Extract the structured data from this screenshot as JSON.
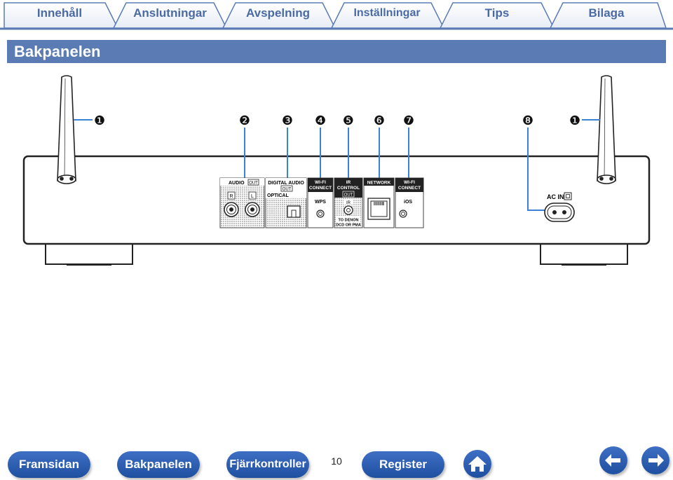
{
  "tabs": [
    "Innehåll",
    "Anslutningar",
    "Avspelning",
    "Inställningar",
    "Tips",
    "Bilaga"
  ],
  "section_title": "Bakpanelen",
  "callouts": [
    "❶",
    "❷",
    "❸",
    "❹",
    "❺",
    "❻",
    "❼",
    "❽",
    "❶"
  ],
  "panel": {
    "audio_label": "AUDIO",
    "audio_out": "OUT",
    "audio_r": "R",
    "audio_l": "L",
    "digital_label": "DIGITAL AUDIO",
    "digital_out": "OUT",
    "optical_label": "OPTICAL",
    "wifi_label_1": "WI-FI",
    "wifi_label_2": "CONNECT",
    "wps_label": "WPS",
    "ir_label_1": "IR",
    "ir_label_2": "CONTROL",
    "ir_out": "OUT",
    "ir_jack": "IR",
    "ir_note_1": "TO DENON",
    "ir_note_2": "DCD OR PMA",
    "network_label": "NETWORK",
    "wifi2_label_1": "WI-FI",
    "wifi2_label_2": "CONNECT",
    "ios_label": "iOS",
    "ac_label": "AC IN"
  },
  "footer": {
    "home_button": "Framsidan",
    "rear_button": "Bakpanelen",
    "remote_button": "Fjärrkontroller",
    "page_number": "10",
    "index_button": "Register"
  },
  "icons": {
    "home": "house-icon",
    "back": "arrow-left-icon",
    "forward": "arrow-right-icon"
  },
  "colors": {
    "banner": "#5b7bb5",
    "tab_text": "#4a6aa6",
    "button": "#2a5cb0"
  }
}
